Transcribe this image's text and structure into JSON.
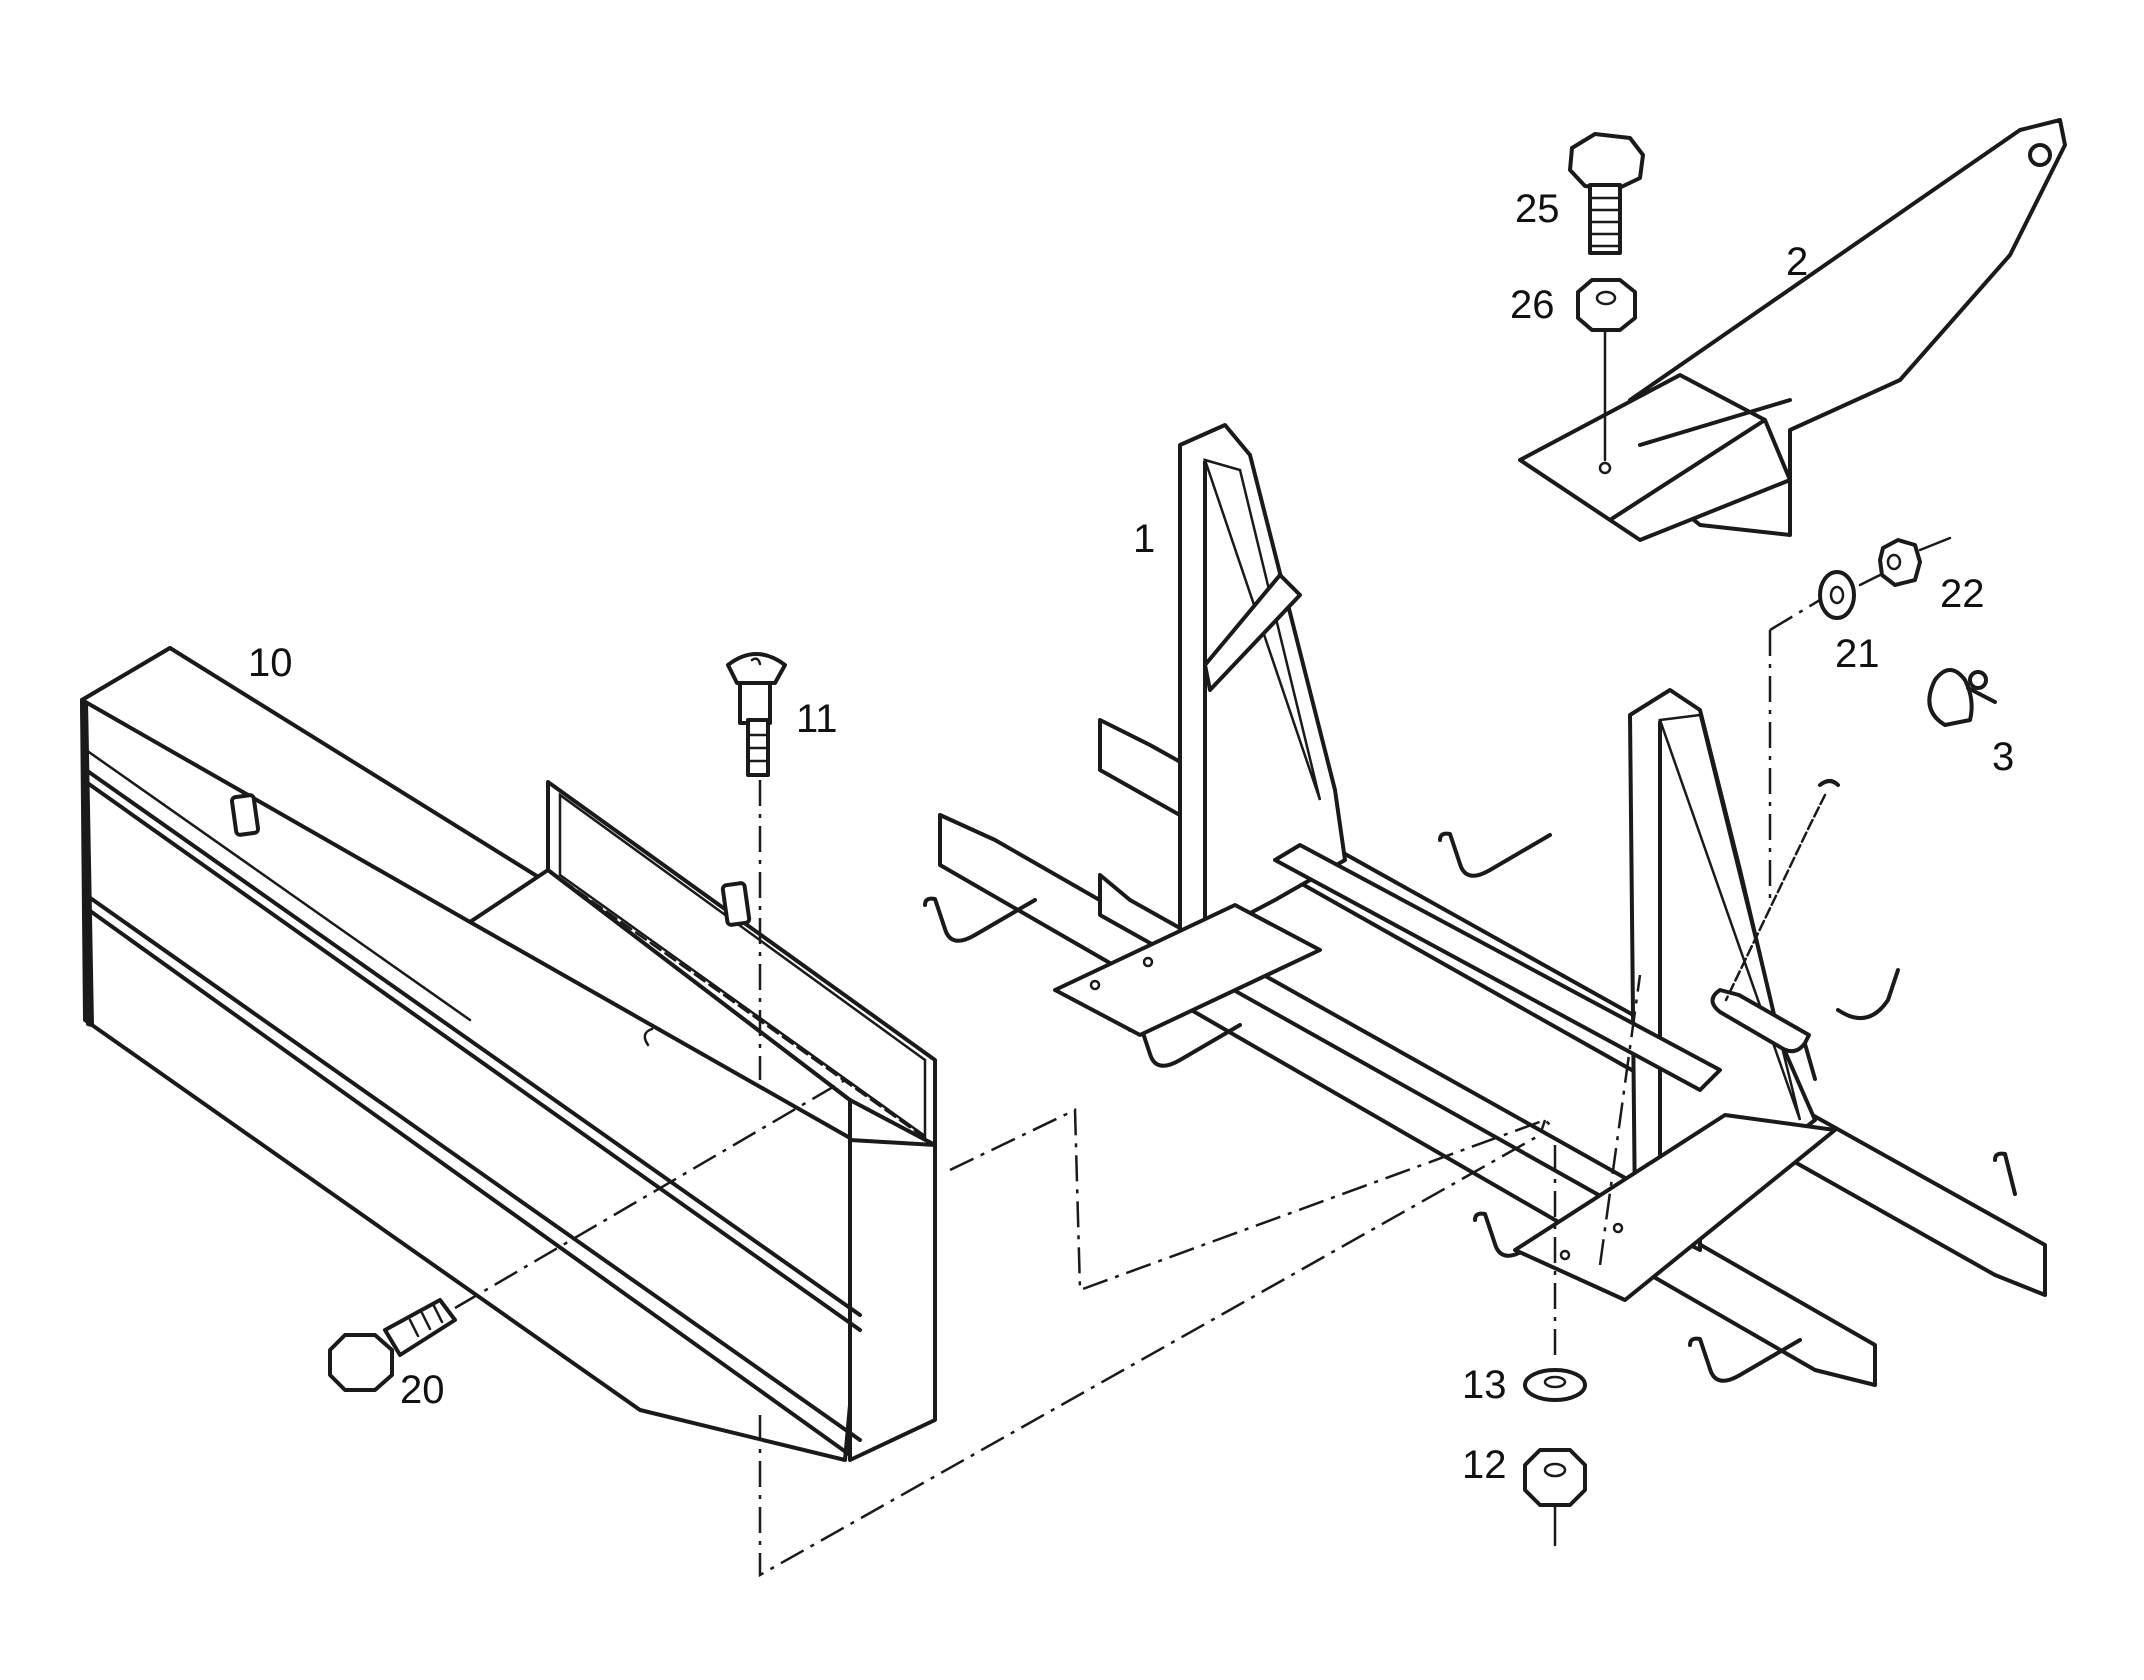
{
  "labels": {
    "l1": "1",
    "l2": "2",
    "l3": "3",
    "l10": "10",
    "l11": "11",
    "l12": "12",
    "l13": "13",
    "l20": "20",
    "l21": "21",
    "l22": "22",
    "l25": "25",
    "l26": "26"
  }
}
